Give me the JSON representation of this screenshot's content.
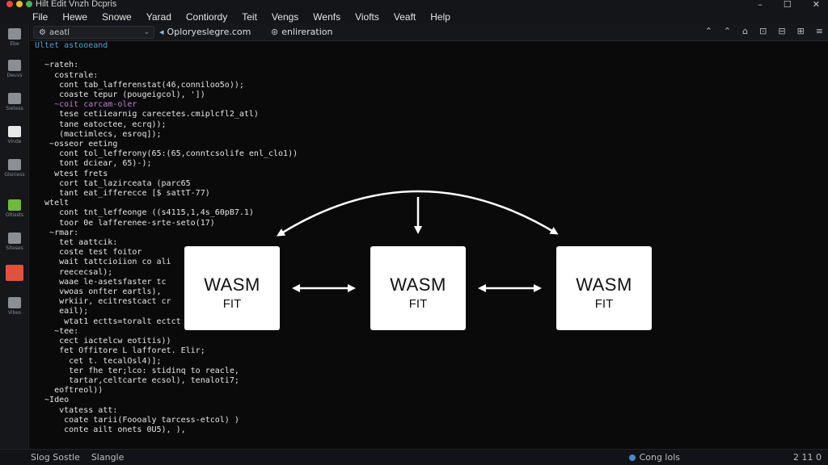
{
  "window": {
    "title": "Hilt Edit Vnzh Dcpris",
    "controls": [
      "–",
      "☐",
      "✕"
    ]
  },
  "menu": [
    "File",
    "Hewe",
    "Snowe",
    "Yarad",
    "Contiordy",
    "Teit",
    "Vengs",
    "Wenfs",
    "Viofts",
    "Veaft",
    "Help"
  ],
  "activity": [
    {
      "label": "Ebe",
      "icon": "files-icon"
    },
    {
      "label": "Deuvs",
      "icon": "search-icon"
    },
    {
      "label": "Sietess",
      "icon": "extensions-icon"
    },
    {
      "label": "Vinde",
      "icon": "debug-icon"
    },
    {
      "label": "Glsiriess",
      "icon": "source-control-icon"
    },
    {
      "label": "Oltissts",
      "icon": "python-icon"
    },
    {
      "label": "Siteses",
      "icon": "settings-icon"
    },
    {
      "label": "",
      "icon": "active-extension-icon"
    },
    {
      "label": "Vibes",
      "icon": "terminal-icon"
    }
  ],
  "tabbar": {
    "select_label": "aeatl",
    "select_prefix": "⚙",
    "tab1": "Oploryeslegre.com",
    "tab2": "enlireration",
    "right_icons": [
      "⌃",
      "⌃",
      "⌂",
      "⊡",
      "⊟",
      "⊞",
      "≡"
    ]
  },
  "code_lines": [
    {
      "t": "Ultet astooeand",
      "c": "#4aa3d8"
    },
    {
      "t": "",
      "c": "#ddd"
    },
    {
      "t": "  ~rateh:",
      "c": "#e6e6e6"
    },
    {
      "t": "    costrale:",
      "c": "#e6e6e6"
    },
    {
      "t": "     cont tab_lafferenstat(46,conniloo5o));",
      "c": "#e6e6e6"
    },
    {
      "t": "     coaste tepur (pougeigcol), '])",
      "c": "#e6e6e6"
    },
    {
      "t": "    ~coit carcam-oler",
      "c": "#c57ad8"
    },
    {
      "t": "     tese cetiiearnig carecetes.cmiplcfl2_atl)",
      "c": "#e6e6e6"
    },
    {
      "t": "     tane eatoctee, ecrq));",
      "c": "#e6e6e6"
    },
    {
      "t": "     (mactimlecs, esroq]);",
      "c": "#e6e6e6"
    },
    {
      "t": "   ~osseor eeting",
      "c": "#e6e6e6"
    },
    {
      "t": "     cont tol_lefferony(65:(65,conntcsolife enl_clo1))",
      "c": "#e6e6e6"
    },
    {
      "t": "     tont dciear, 65)-);",
      "c": "#e6e6e6"
    },
    {
      "t": "    wtest frets",
      "c": "#e6e6e6"
    },
    {
      "t": "     cort tat_lazirceata (parc65",
      "c": "#e6e6e6"
    },
    {
      "t": "     tant eat_ifferecce [$ sattT-77)",
      "c": "#e6e6e6"
    },
    {
      "t": "  wtelt",
      "c": "#e6e6e6"
    },
    {
      "t": "     cont tnt_leffeonge ((s4115,1,4s_60pB7.1)",
      "c": "#e6e6e6"
    },
    {
      "t": "     toor 0e lafferenee-srte-seto(17)",
      "c": "#e6e6e6"
    },
    {
      "t": "   ~rmar:",
      "c": "#e6e6e6"
    },
    {
      "t": "     tet aattcik:",
      "c": "#e6e6e6"
    },
    {
      "t": "     coste test foitor",
      "c": "#e6e6e6"
    },
    {
      "t": "     wait tattcioiion co ali",
      "c": "#e6e6e6"
    },
    {
      "t": "     reececsal);",
      "c": "#e6e6e6"
    },
    {
      "t": "     waae le-asetsfaster tc",
      "c": "#e6e6e6"
    },
    {
      "t": "     vwoas onfter eartls),",
      "c": "#e6e6e6"
    },
    {
      "t": "     wrkiir, ecitrestcact cr",
      "c": "#e6e6e6"
    },
    {
      "t": "     eail);",
      "c": "#e6e6e6"
    },
    {
      "t": "      wtat1 ectts=toralt ectct",
      "c": "#e6e6e6"
    },
    {
      "t": "    ~tee:",
      "c": "#e6e6e6"
    },
    {
      "t": "     cect iactelcw eotitis))",
      "c": "#e6e6e6"
    },
    {
      "t": "     fet Offitore L lafforet. Elir;",
      "c": "#e6e6e6"
    },
    {
      "t": "       cet t. tecalOsl4)];",
      "c": "#e6e6e6"
    },
    {
      "t": "       ter fhe ter;lco: stidinq to reacle,",
      "c": "#e6e6e6"
    },
    {
      "t": "       tartar,celtcarte ecsol), tenaloti7;",
      "c": "#e6e6e6"
    },
    {
      "t": "    eoftreol))",
      "c": "#e6e6e6"
    },
    {
      "t": "  ~Ideo",
      "c": "#e6e6e6"
    },
    {
      "t": "     vtatess att:",
      "c": "#e6e6e6"
    },
    {
      "t": "      coate tarii(Foooaly tarcess-etcol) )",
      "c": "#e6e6e6"
    },
    {
      "t": "      conte ailt onets 0U5), ),",
      "c": "#e6e6e6"
    }
  ],
  "boxes": [
    {
      "title": "WASM",
      "sub": "FIT"
    },
    {
      "title": "WASM",
      "sub": "FIT"
    },
    {
      "title": "WASM",
      "sub": "FIT"
    }
  ],
  "status": {
    "left": [
      "Slog Sostle",
      "Slangle"
    ],
    "middle": "Cong lols",
    "right": "2 11 0"
  }
}
